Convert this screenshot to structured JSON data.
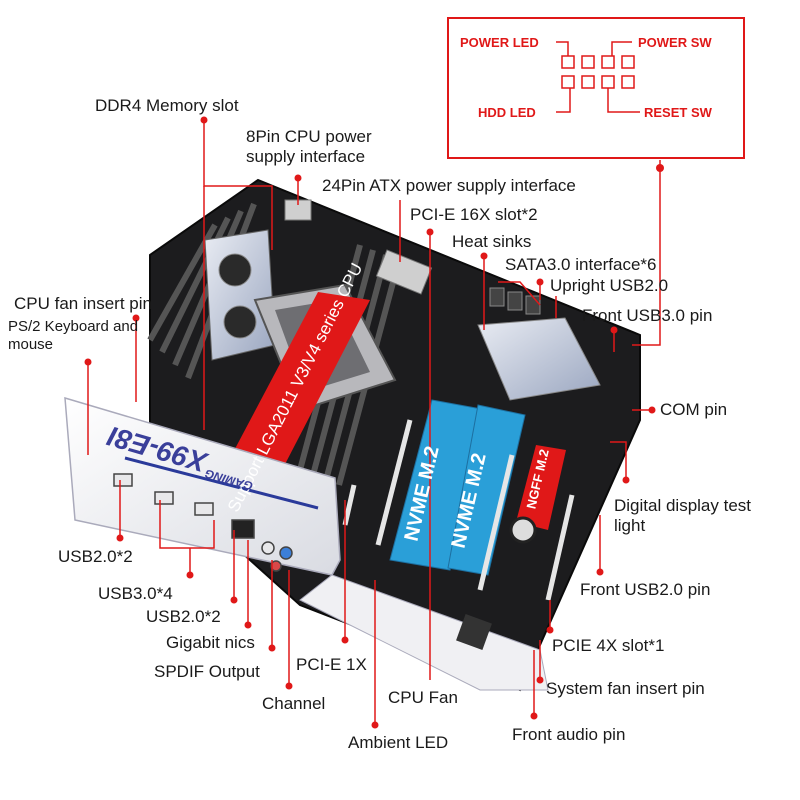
{
  "colors": {
    "accent_red": "#e01818",
    "board_dark": "#1c1c1e",
    "m2_blue": "#2a9fd8",
    "io_white": "#f2f2f4"
  },
  "front_panel": {
    "power_led": "POWER LED",
    "power_sw": "POWER SW",
    "hdd_led": "HDD  LED",
    "reset_sw": "RESET SW"
  },
  "callouts": {
    "ddr4_memory_slot": "DDR4 Memory slot",
    "cpu_power_8pin": "8Pin CPU power supply interface",
    "atx_24pin": "24Pin ATX power supply interface",
    "pcie_16x": "PCI-E 16X  slot*2",
    "heat_sinks": "Heat sinks",
    "sata3": "SATA3.0  interface*6",
    "upright_usb2": "Upright USB2.0",
    "front_usb3_pin": "Front USB3.0 pin",
    "cpu_fan_insert_pin": "CPU fan insert pin",
    "ps2": "PS/2 Keyboard and mouse",
    "com_pin": "COM pin",
    "digital_display": "Digital display test light",
    "front_usb2_pin": "Front USB2.0 pin",
    "pcie_4x": "PCIE 4X  slot*1",
    "system_fan_pin": "System fan insert pin",
    "front_audio_pin": "Front audio pin",
    "ambient_led": "Ambient LED",
    "cpu_fan": "CPU Fan",
    "channel": "Channel",
    "pcie_1x": "PCI-E 1X",
    "spdif_output": "SPDIF Output",
    "gigabit_nics": "Gigabit nics",
    "usb2_x2_left": "USB2.0*2",
    "usb3_x4": "USB3.0*4",
    "usb2_x2_io": "USB2.0*2"
  },
  "board_text": {
    "cpu_support": "Support LGA2011 V3/V4 series CPU",
    "nvme_1": "NVME M.2",
    "nvme_2": "NVME M.2",
    "ngff": "NGFF M.2",
    "io_model": "X99-E8I",
    "io_series": "GAMING"
  }
}
